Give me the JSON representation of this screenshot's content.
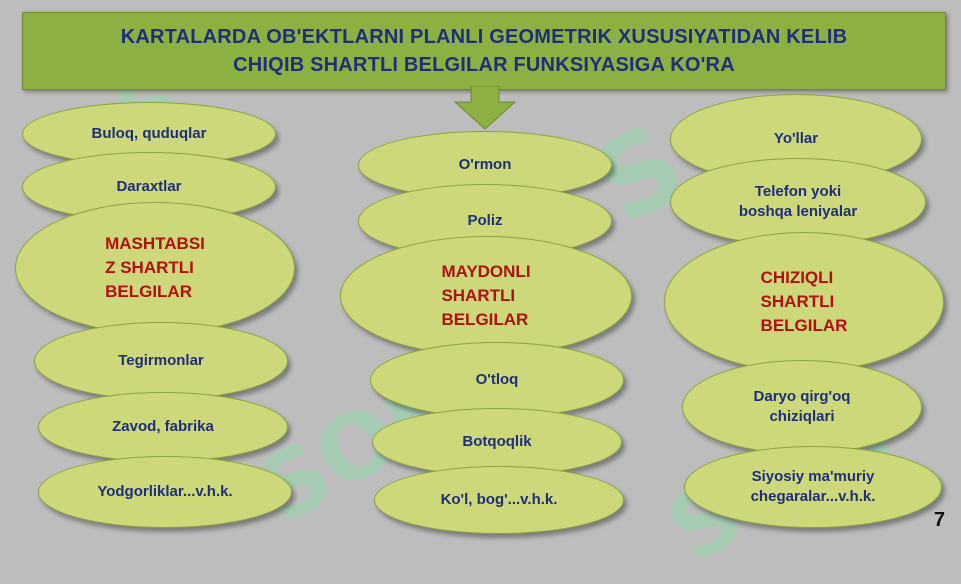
{
  "title": {
    "line1": "KARTALARDA OB'EKTLARNI PLANLI GEOMETRIK XUSUSIYATIDAN KELIB",
    "line2": "CHIQIB SHARTLI BELGILAR FUNKSIYASIGA KO'RA"
  },
  "left": {
    "items_top": [
      "Buloq, quduqlar",
      "Daraxtlar"
    ],
    "main": "MASHTABSI\nZ  SHARTLI\nBELGILAR",
    "items_bottom": [
      "Tegirmonlar",
      "Zavod, fabrika",
      "Yodgorliklar...v.h.k."
    ]
  },
  "center": {
    "items_top": [
      "O'rmon",
      "Poliz"
    ],
    "main": "MAYDONLI\nSHARTLI\nBELGILAR",
    "items_bottom": [
      "O'tloq",
      "Botqoqlik",
      "Ko'l, bog'...v.h.k."
    ]
  },
  "right": {
    "items_top": [
      "Yo'llar",
      "Telefon yoki\nboshqa leniyalar"
    ],
    "main": "CHIZIQLI\nSHARTLI\nBELGILAR",
    "items_bottom": [
      "Daryo qirg'oq\nchiziqlari",
      "Siyosiy ma'muriy\nchegaralar...v.h.k."
    ]
  },
  "page_number": "7",
  "colors": {
    "title_bg": "#8cb042",
    "ellipse_fill": "#ccd87a",
    "text_blue": "#1f2f7a",
    "text_red": "#b01010",
    "background": "#bdbdbd"
  }
}
